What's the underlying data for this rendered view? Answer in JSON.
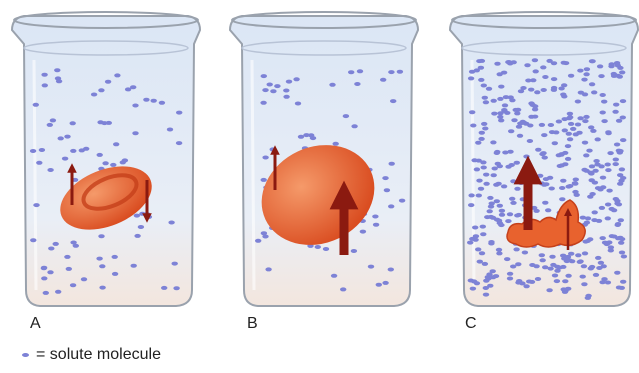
{
  "panels": [
    {
      "label": "A"
    },
    {
      "label": "B"
    },
    {
      "label": "C"
    }
  ],
  "legend": {
    "text": "= solute molecule"
  },
  "colors": {
    "solute": "#7d82d6",
    "cell": "#e8622e",
    "arrow": "#8b1a10",
    "glass": "#9aa2ad"
  }
}
